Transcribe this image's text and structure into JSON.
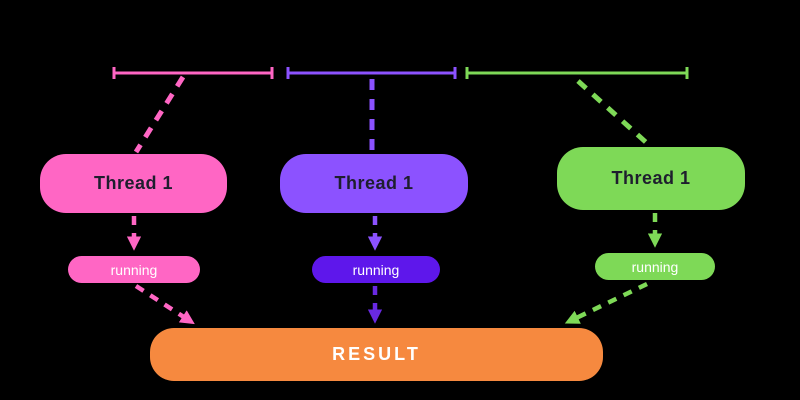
{
  "background_color": "#000000",
  "diagram": {
    "threads": [
      {
        "name": "thread-pink",
        "label": "Thread 1",
        "status": "running",
        "box_color": "#FF66C4",
        "badge_color": "#FF66C4",
        "line_color": "#FF66C4",
        "label_color": "#1E1E2E",
        "status_text_color": "#FFFFFF"
      },
      {
        "name": "thread-purple",
        "label": "Thread 1",
        "status": "running",
        "box_color": "#8C52FF",
        "badge_color": "#5E17EB",
        "line_color": "#8C52FF",
        "arrow_to_result_color": "#6929E2",
        "label_color": "#1E1E2E",
        "status_text_color": "#FFFFFF"
      },
      {
        "name": "thread-green",
        "label": "Thread 1",
        "status": "running",
        "box_color": "#7ED957",
        "badge_color": "#7ED957",
        "line_color": "#7ED957",
        "label_color": "#1E1E2E",
        "status_text_color": "#FFFFFF"
      }
    ],
    "result": {
      "label": "RESULT",
      "box_color": "#F6893F",
      "text_color": "#FFFFFF"
    }
  }
}
